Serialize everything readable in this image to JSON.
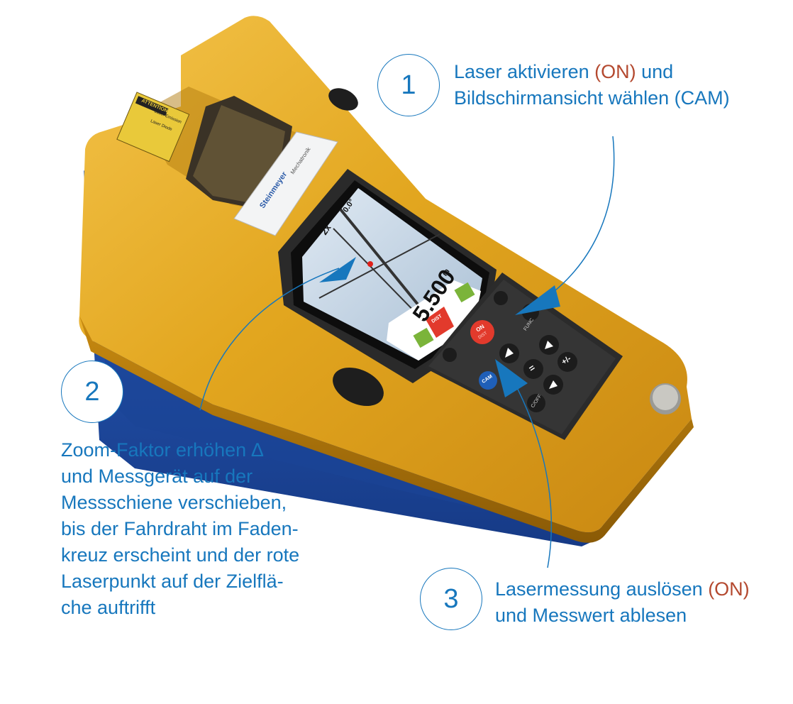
{
  "steps": [
    {
      "number": "1",
      "line1_a": "Laser aktivieren ",
      "line1_hl": "(ON)",
      "line1_b": " und",
      "line2_a": "Bildschirmansicht wählen ",
      "line2_hl": "(CAM)"
    },
    {
      "number": "2",
      "lines": [
        "Zoom-Faktor erhöhen ∆",
        "und Messgerät auf der",
        "Messschiene verschieben,",
        "bis der Fahrdraht im Faden-",
        "kreuz erscheint und der rote",
        "Laserpunkt auf der Zielflä-",
        "che auftrifft"
      ]
    },
    {
      "number": "3",
      "line1_a": "Lasermessung auslösen ",
      "line1_hl": "(ON)",
      "line2_a": "und Messwert ablesen"
    }
  ],
  "device": {
    "brand": "Steinmeyer",
    "brand_sub": "Mechatronik",
    "label_attention": "ATTENTION",
    "label_lines": [
      "Laser Emission",
      "Laser Diode"
    ],
    "screen": {
      "zoom": "2x",
      "angle": "0.0°",
      "distance": "5.500",
      "unit": "m",
      "dist_label": "DIST"
    },
    "keys": {
      "on": "ON",
      "on_sub": "DIST",
      "func": "FUNC",
      "cam": "CAM",
      "plusminus": "+/-",
      "equals": "=",
      "c_off": "C/OFF"
    }
  },
  "colors": {
    "accent_blue": "#1777bd",
    "highlight_red": "#b4492f",
    "device_gold": "#e0a41c",
    "device_blue": "#1f4da3"
  }
}
